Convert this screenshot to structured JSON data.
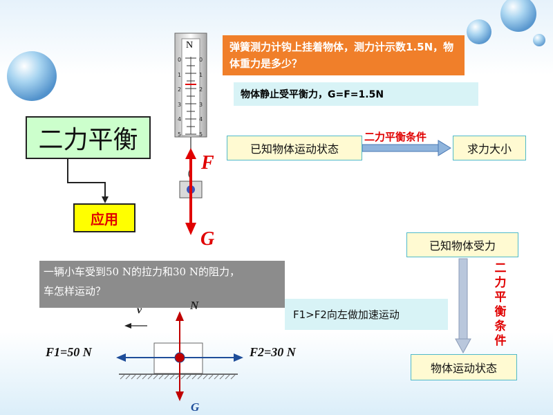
{
  "slide": {
    "question_text": "弹簧测力计钩上挂着物体，测力计示数1.5N，物体重力是多少？",
    "answer_text": "物体静止受平衡力，G=F=1.5N",
    "title": "二力平衡",
    "application": "应用",
    "known_motion_state": "已知物体运动状态",
    "balance_condition": "二力平衡条件",
    "find_force": "求力大小",
    "known_force": "已知物体受力",
    "balance_condition_vertical": "二力平衡条件",
    "motion_state": "物体运动状态",
    "car_question_line1": "一辆小车受到50 N的拉力和30 N的阻力，",
    "car_question_line2": "车怎样运动？",
    "acceleration_text": "F1>F2向左做加速运动",
    "spring_scale_unit": "N",
    "scale_ticks": [
      "0",
      "1",
      "2",
      "3",
      "4",
      "5"
    ],
    "force_F": "F",
    "force_G": "G",
    "car_N": "N",
    "car_v": "v",
    "car_G": "G",
    "car_F1": "F1=50 N",
    "car_F2": "F2=30 N"
  },
  "colors": {
    "orange_box": "#f07f2a",
    "light_cyan_box": "#d8f3f6",
    "light_green_box": "#ccffcc",
    "yellow_box": "#ffff00",
    "cream_box": "#fffad2",
    "red_arrow": "#e00000",
    "blue_arrow": "#1f4e9a",
    "gray_box": "#8c8c8c"
  }
}
